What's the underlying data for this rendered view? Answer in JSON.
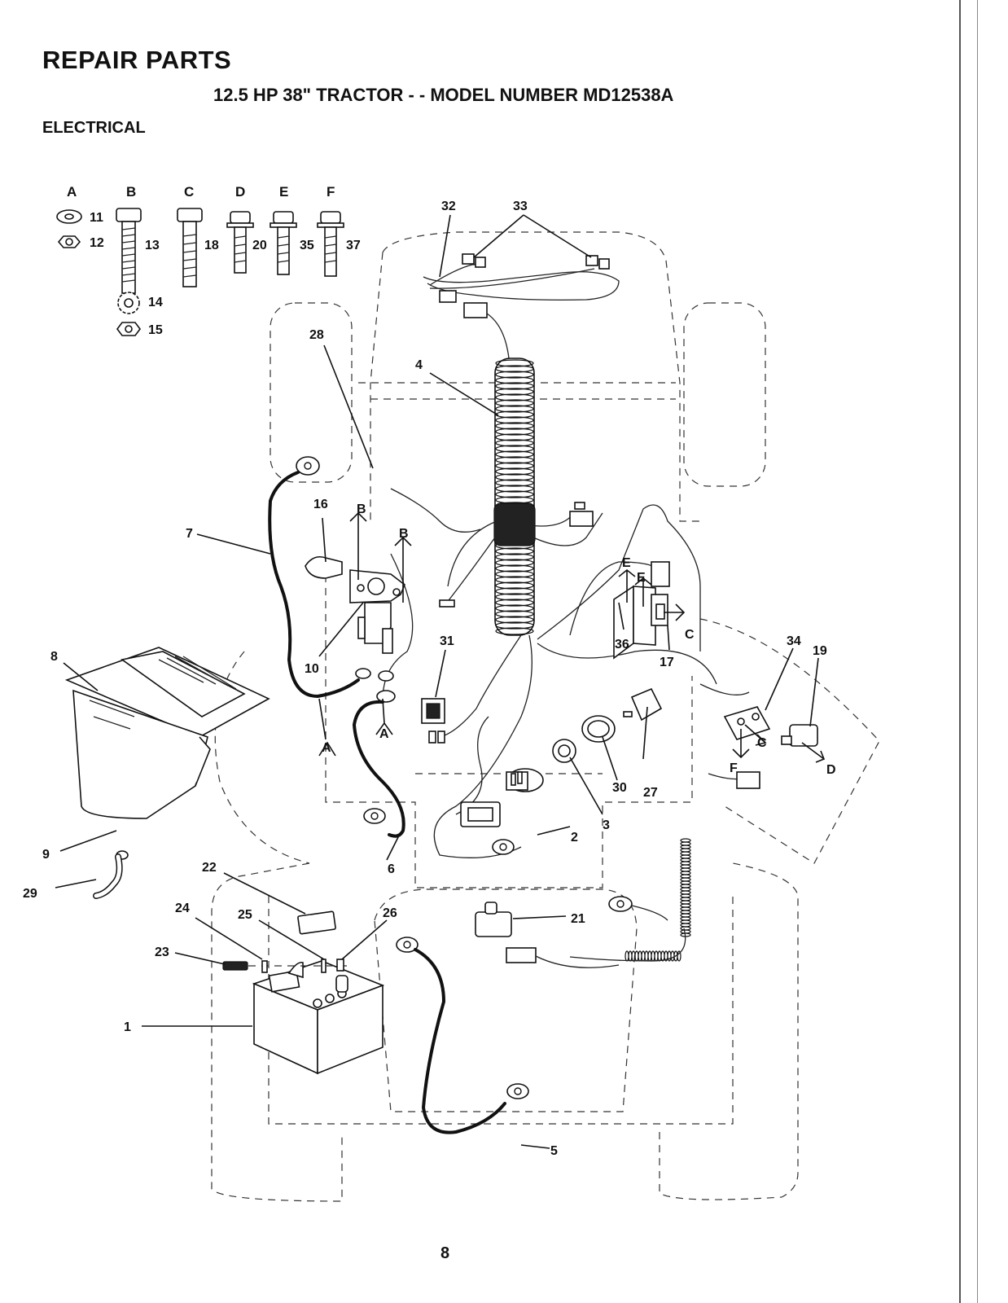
{
  "header": {
    "title": "REPAIR PARTS",
    "subtitle": "12.5 HP 38\" TRACTOR - - MODEL NUMBER MD12538A",
    "section": "ELECTRICAL"
  },
  "hardware_columns": [
    "A",
    "B",
    "C",
    "D",
    "E",
    "F"
  ],
  "callouts": [
    "1",
    "2",
    "3",
    "4",
    "5",
    "6",
    "7",
    "8",
    "9",
    "10",
    "11",
    "12",
    "13",
    "14",
    "15",
    "16",
    "17",
    "18",
    "19",
    "20",
    "21",
    "22",
    "23",
    "24",
    "25",
    "26",
    "27",
    "28",
    "29",
    "30",
    "31",
    "32",
    "33",
    "34",
    "35",
    "36",
    "37"
  ],
  "hardware_refs": [
    "A",
    "A",
    "B",
    "B",
    "C",
    "C",
    "D",
    "E",
    "E",
    "F"
  ],
  "page_number": "8"
}
